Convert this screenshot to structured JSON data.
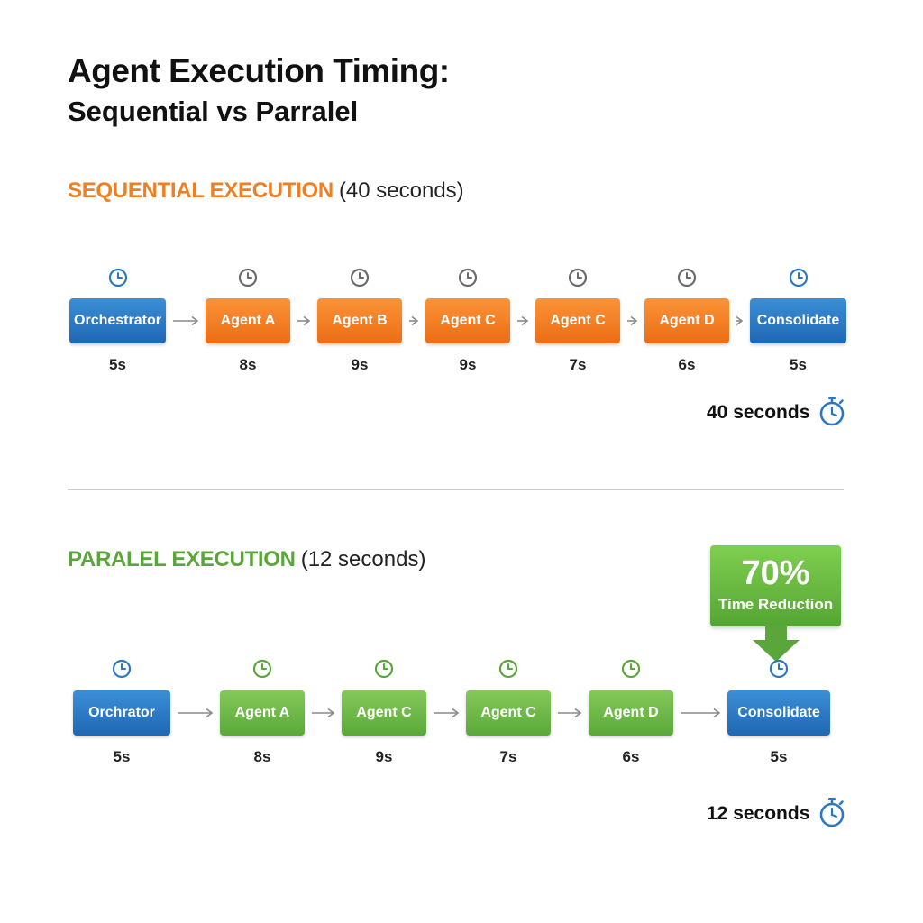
{
  "title": "Agent Execution Timing:",
  "subtitle": "Sequential vs Parralel",
  "sequential": {
    "label": "SEQUENTIAL EXECUTION",
    "duration": "(40 seconds)",
    "total": "40 seconds",
    "steps": [
      {
        "name": "Orchestrator",
        "time": "5s",
        "color": "blue"
      },
      {
        "name": "Agent A",
        "time": "8s",
        "color": "orange"
      },
      {
        "name": "Agent B",
        "time": "9s",
        "color": "orange"
      },
      {
        "name": "Agent C",
        "time": "9s",
        "color": "orange"
      },
      {
        "name": "Agent C",
        "time": "7s",
        "color": "orange"
      },
      {
        "name": "Agent D",
        "time": "6s",
        "color": "orange"
      },
      {
        "name": "Consolidate",
        "time": "5s",
        "color": "blue"
      }
    ]
  },
  "parallel": {
    "label": "PARALEL EXECUTION",
    "duration": "(12 seconds)",
    "total": "12 seconds",
    "steps": [
      {
        "name": "Orchrator",
        "time": "5s",
        "color": "blue"
      },
      {
        "name": "Agent A",
        "time": "8s",
        "color": "green"
      },
      {
        "name": "Agent C",
        "time": "9s",
        "color": "green"
      },
      {
        "name": "Agent C",
        "time": "7s",
        "color": "green"
      },
      {
        "name": "Agent D",
        "time": "6s",
        "color": "green"
      },
      {
        "name": "Consolidate",
        "time": "5s",
        "color": "blue"
      }
    ]
  },
  "callout": {
    "percent": "70%",
    "caption": "Time Reduction"
  },
  "colors": {
    "blue": "#2a78c4",
    "orange": "#f07f22",
    "green": "#5aa63a",
    "clock_gray": "#6b6b6b"
  },
  "icons": {
    "step": "clock-icon",
    "total": "stopwatch-icon",
    "callout": "down-arrow-icon"
  }
}
